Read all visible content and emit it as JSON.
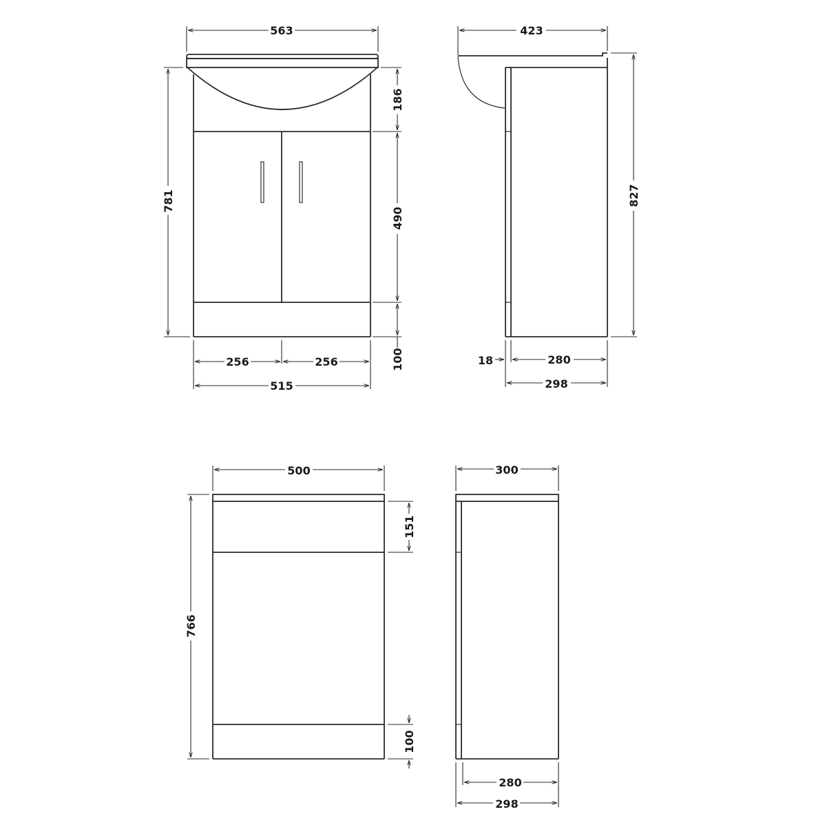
{
  "diagram": {
    "type": "technical-dimension-drawing",
    "units": "mm",
    "line_color": "#2a2a2a",
    "background": "#ffffff"
  },
  "views": {
    "basin_front": {
      "overall_width": "563",
      "overall_height": "781",
      "basin_height": "186",
      "door_height": "490",
      "plinth_height": "100",
      "door_left_width": "256",
      "door_right_width": "256",
      "carcass_width": "515"
    },
    "basin_side": {
      "overall_depth": "423",
      "overall_height": "827",
      "door_thickness": "18",
      "carcass_depth": "280",
      "total_depth": "298"
    },
    "wc_front": {
      "overall_width": "500",
      "overall_height": "766",
      "top_panel_height": "151",
      "plinth_height": "100"
    },
    "wc_side": {
      "overall_depth": "300",
      "carcass_depth": "280",
      "total_depth": "298"
    }
  }
}
